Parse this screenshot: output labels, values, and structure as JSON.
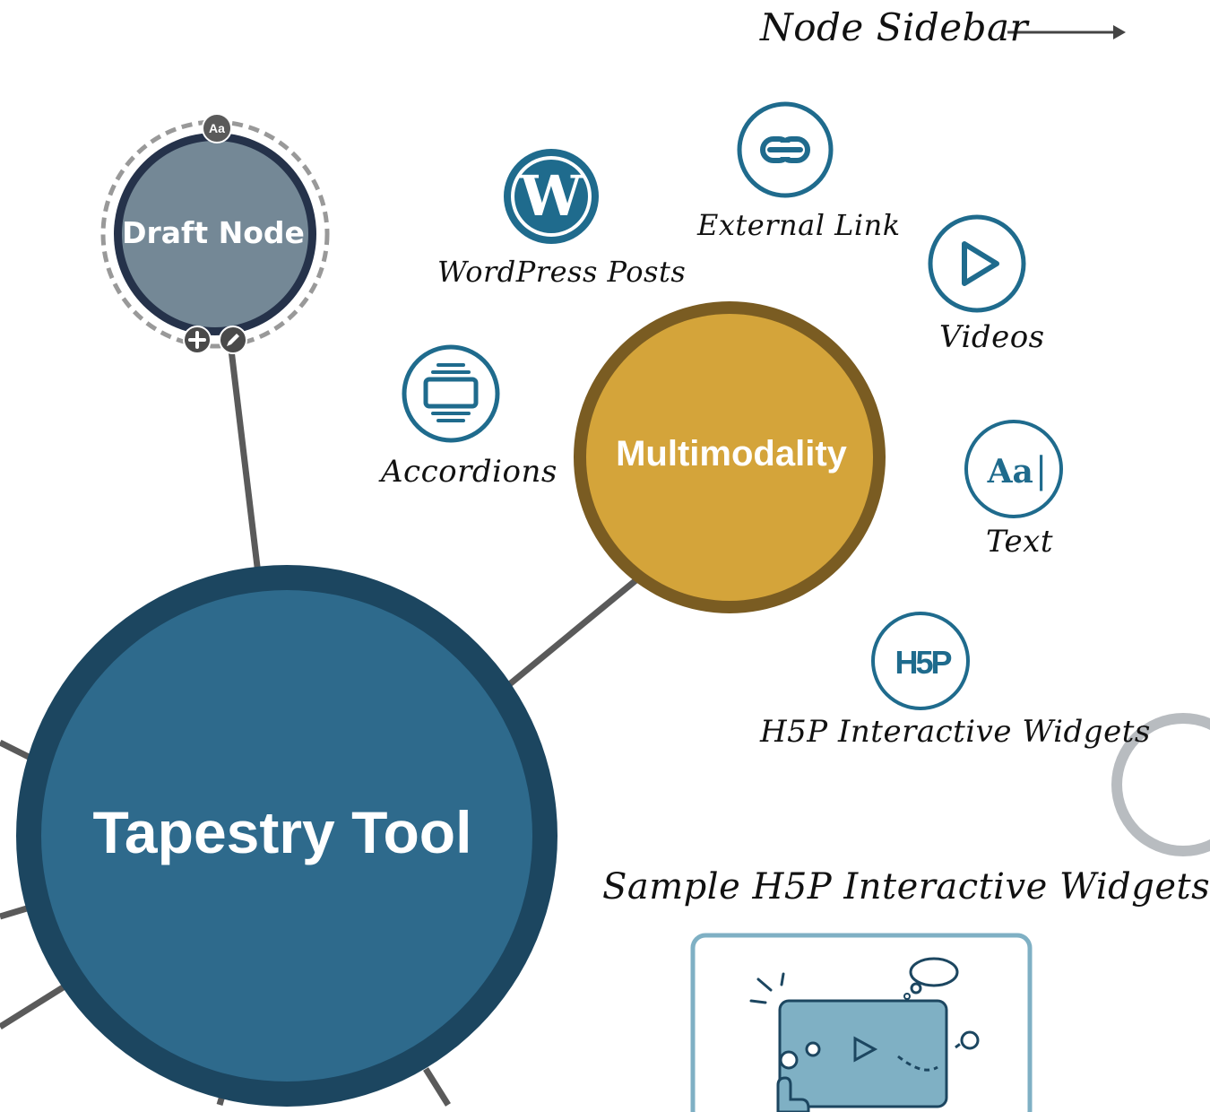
{
  "header": {
    "sidebar_label": "Node Sidebar"
  },
  "nodes": {
    "main": "Tapestry Tool",
    "multimodality": "Multimodality",
    "draft": "Draft Node",
    "draft_badge": "Aa"
  },
  "content_types": {
    "wordpress": "WordPress Posts",
    "external_link": "External Link",
    "videos": "Videos",
    "accordions": "Accordions",
    "text": "Text",
    "text_icon_glyph": "Aa",
    "h5p": "H5P Interactive Widgets",
    "h5p_icon_glyph": "H5P"
  },
  "sample": {
    "title": "Sample H5P Interactive Widgets"
  },
  "colors": {
    "main_fill": "#2e6a8c",
    "main_ring": "#1c4660",
    "multi_fill": "#d4a43a",
    "multi_ring": "#7a5c22",
    "draft_fill": "#748896",
    "draft_ring": "#25324a",
    "icon_blue": "#1f6b8d",
    "link_gray": "#5a5a5a"
  }
}
